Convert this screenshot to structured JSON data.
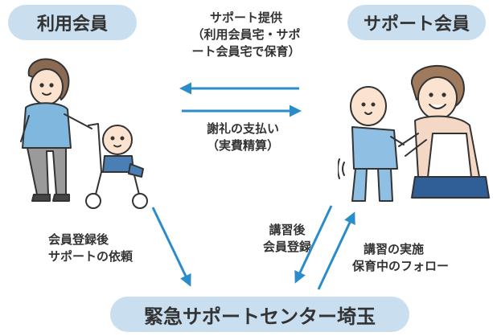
{
  "nodes": {
    "user_member": "利用会員",
    "support_member": "サポート会員",
    "center": "緊急サポートセンター埼玉"
  },
  "labels": {
    "support_provision": [
      "サポート提供",
      "（利用会員宅・サポ",
      "ート会員宅で保育）"
    ],
    "payment": [
      "謝礼の支払い",
      "（実費精算）"
    ],
    "registration_request": [
      "会員登録後",
      "サポートの依頼"
    ],
    "training_then_register": [
      "講習後",
      "会員登録"
    ],
    "training_followup": [
      "講習の実施",
      "保育中のフォロー"
    ]
  },
  "colors": {
    "pill_bg": "#c9dff0",
    "arrow": "#2a8cc8",
    "text": "#333333"
  },
  "icons": {
    "left_illustration": "mother-with-stroller-illustration",
    "right_illustration": "grandmother-with-toddler-illustration"
  }
}
